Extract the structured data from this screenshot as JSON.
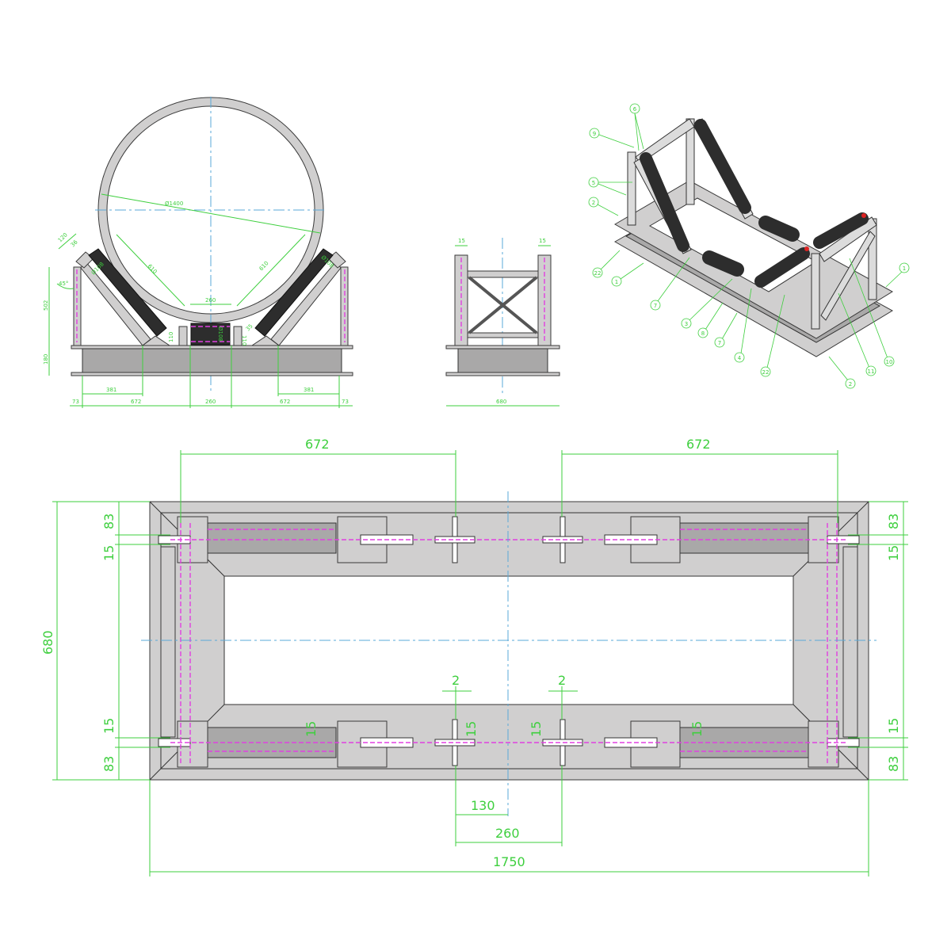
{
  "front_view": {
    "pipe_diameter": "Ø1400",
    "bracket_width": "120",
    "bracket_offset": "36",
    "angle": "45°",
    "height": "502",
    "base_height": "180",
    "wing_length_left": "610",
    "wing_length_right": "610",
    "center_gap_top": "260",
    "roller_dia_left": "Ø108",
    "roller_dia_center": "Ø108",
    "roller_dia_right": "Ø108",
    "center_post_left": "110",
    "center_post_right": "110",
    "wing_offset": "35",
    "offset_left": "381",
    "offset_right": "381",
    "bottom": [
      "73",
      "672",
      "260",
      "672",
      "73"
    ]
  },
  "side_view": {
    "top_left": "15",
    "top_right": "15",
    "width": "680"
  },
  "iso_view": {
    "balloons": [
      "6",
      "9",
      "5",
      "2",
      "22",
      "1",
      "7",
      "3",
      "8",
      "7",
      "4",
      "22",
      "2",
      "11",
      "10",
      "1"
    ]
  },
  "plan_view": {
    "top_left": "672",
    "top_right": "672",
    "height": "680",
    "left": [
      "83",
      "15",
      "15",
      "83"
    ],
    "right": [
      "83",
      "15",
      "15",
      "83"
    ],
    "gap_left": "2",
    "gap_right": "2",
    "inner_15": [
      "15",
      "15",
      "15",
      "15"
    ],
    "offset_130": "130",
    "span_260": "260",
    "length": "1750"
  }
}
